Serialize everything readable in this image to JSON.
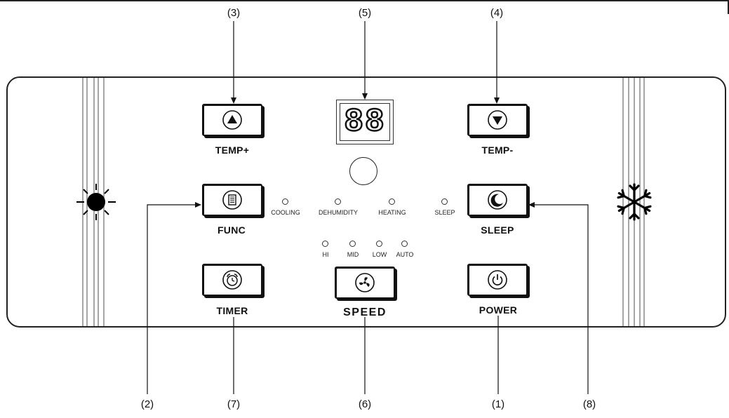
{
  "callouts": {
    "c1": "(1)",
    "c2": "(2)",
    "c3": "(3)",
    "c4": "(4)",
    "c5": "(5)",
    "c6": "(6)",
    "c7": "(7)",
    "c8": "(8)"
  },
  "display": {
    "digits": "88"
  },
  "buttons": {
    "temp_plus": "TEMP+",
    "temp_minus": "TEMP-",
    "func": "FUNC",
    "sleep": "SLEEP",
    "timer": "TIMER",
    "speed": "SPEED",
    "power": "POWER"
  },
  "mode_indicators": {
    "cooling": "COOLING",
    "dehumidity": "DEHUMIDITY",
    "heating": "HEATING",
    "sleep": "SLEEP"
  },
  "speed_indicators": {
    "hi": "HI",
    "mid": "MID",
    "low": "LOW",
    "auto": "AUTO"
  },
  "icons": {
    "left_panel": "sun-icon",
    "right_panel": "snowflake-icon",
    "temp_plus": "triangle-up-icon",
    "temp_minus": "triangle-down-icon",
    "func": "document-icon",
    "sleep": "moon-icon",
    "timer": "alarm-clock-icon",
    "speed": "fan-icon",
    "power": "power-icon"
  },
  "colors": {
    "line": "#111111",
    "background": "#ffffff"
  }
}
